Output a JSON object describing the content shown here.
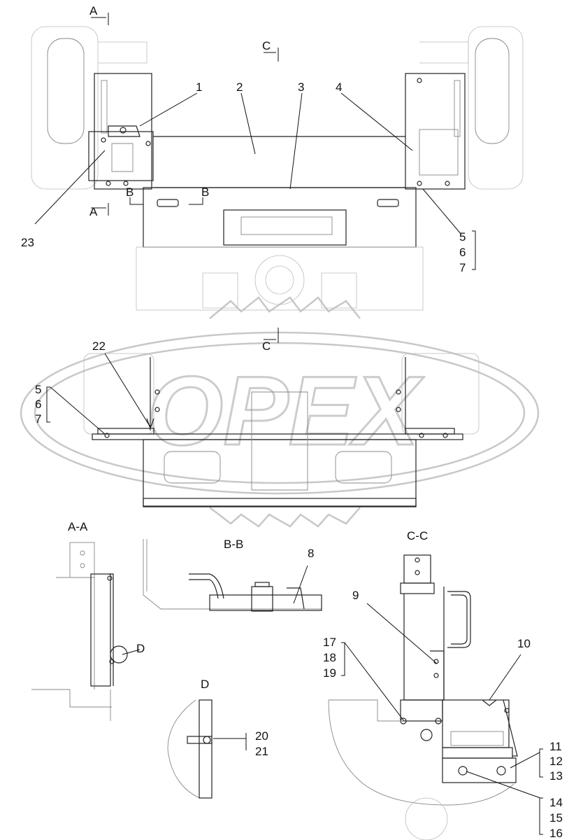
{
  "watermark": {
    "text": "OPEX"
  },
  "section_titles": {
    "aa": "A-A",
    "bb": "B-B",
    "cc": "C-C",
    "d": "D"
  },
  "cut_marks": {
    "a_top": "A",
    "a_bottom": "A",
    "b_left": "B",
    "b_right": "B",
    "c_top": "C",
    "c_mid": "C"
  },
  "callouts": {
    "c1": "1",
    "c2": "2",
    "c3": "3",
    "c4": "4",
    "c5a": "5",
    "c6a": "6",
    "c7a": "7",
    "c23": "23",
    "c22": "22",
    "c5b": "5",
    "c6b": "6",
    "c7b": "7",
    "c8": "8",
    "c9": "9",
    "c10": "10",
    "c11": "11",
    "c12": "12",
    "c13": "13",
    "c14": "14",
    "c15": "15",
    "c16": "16",
    "c17": "17",
    "c18": "18",
    "c19": "19",
    "c20": "20",
    "c21": "21",
    "cD": "D"
  }
}
